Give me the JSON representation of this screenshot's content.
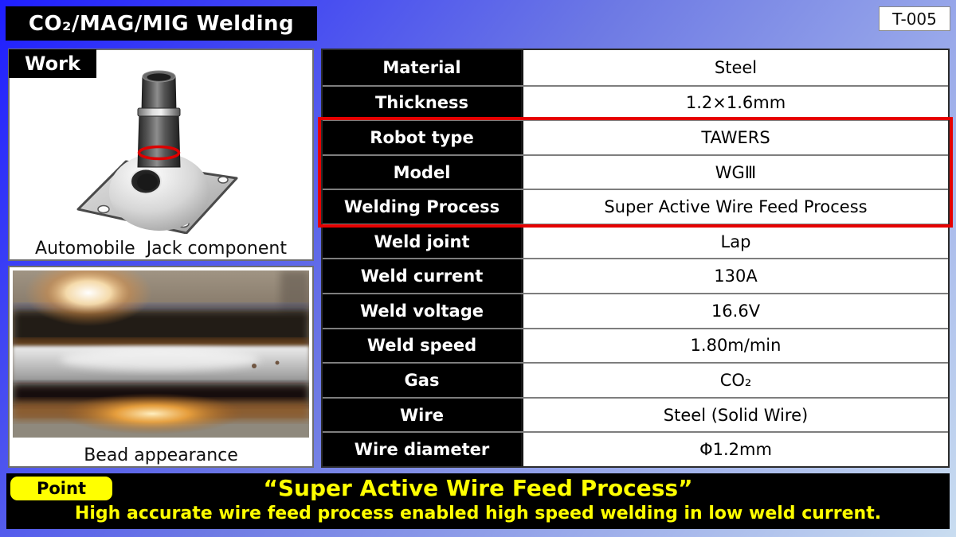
{
  "slide": {
    "title": "CO₂/MAG/MIG Welding",
    "doc_id": "T-005"
  },
  "work": {
    "tab_label": "Work",
    "jack_caption": "Automobile  Jack component",
    "bead_caption": "Bead appearance",
    "jack_image": "3d-render-automobile-jack-component",
    "bead_image": "weld-bead-closeup-photo"
  },
  "spec_table": {
    "rows": [
      {
        "label": "Material",
        "value": "Steel"
      },
      {
        "label": "Thickness",
        "value": "1.2×1.6mm"
      },
      {
        "label": "Robot type",
        "value": "TAWERS",
        "highlighted": true
      },
      {
        "label": "Model",
        "value": "WGⅢ",
        "highlighted": true
      },
      {
        "label": "Welding Process",
        "value": "Super Active Wire Feed Process",
        "highlighted": true
      },
      {
        "label": "Weld joint",
        "value": "Lap"
      },
      {
        "label": "Weld current",
        "value": "130A"
      },
      {
        "label": "Weld voltage",
        "value": "16.6V"
      },
      {
        "label": "Weld speed",
        "value": "1.80m/min"
      },
      {
        "label": "Gas",
        "value": "CO₂"
      },
      {
        "label": "Wire",
        "value": "Steel (Solid Wire)"
      },
      {
        "label": "Wire diameter",
        "value": "Φ1.2mm"
      }
    ]
  },
  "point": {
    "tab_label": "Point",
    "headline": "“Super Active Wire Feed Process”",
    "description": "High accurate wire feed process enabled high speed welding in low weld current."
  },
  "colors": {
    "highlight_border": "#e60000",
    "accent_yellow": "#ffff00",
    "bg_top_left": "#1e1eff",
    "bg_bottom_right": "#c9ddf0"
  }
}
